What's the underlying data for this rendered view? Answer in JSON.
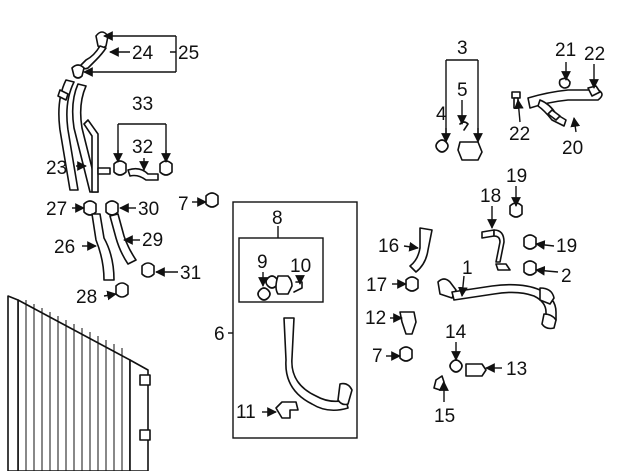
{
  "diagram": {
    "callouts": [
      {
        "id": "c1",
        "text": "1"
      },
      {
        "id": "c2",
        "text": "2"
      },
      {
        "id": "c3",
        "text": "3"
      },
      {
        "id": "c4",
        "text": "4"
      },
      {
        "id": "c5",
        "text": "5"
      },
      {
        "id": "c6",
        "text": "6"
      },
      {
        "id": "c7a",
        "text": "7"
      },
      {
        "id": "c7b",
        "text": "7"
      },
      {
        "id": "c8",
        "text": "8"
      },
      {
        "id": "c9",
        "text": "9"
      },
      {
        "id": "c10",
        "text": "10"
      },
      {
        "id": "c11",
        "text": "11"
      },
      {
        "id": "c12",
        "text": "12"
      },
      {
        "id": "c13",
        "text": "13"
      },
      {
        "id": "c14",
        "text": "14"
      },
      {
        "id": "c15",
        "text": "15"
      },
      {
        "id": "c16",
        "text": "16"
      },
      {
        "id": "c17",
        "text": "17"
      },
      {
        "id": "c18",
        "text": "18"
      },
      {
        "id": "c19a",
        "text": "19"
      },
      {
        "id": "c19b",
        "text": "19"
      },
      {
        "id": "c20",
        "text": "20"
      },
      {
        "id": "c21",
        "text": "21"
      },
      {
        "id": "c22a",
        "text": "22"
      },
      {
        "id": "c22b",
        "text": "22"
      },
      {
        "id": "c23",
        "text": "23"
      },
      {
        "id": "c24",
        "text": "24"
      },
      {
        "id": "c25",
        "text": "25"
      },
      {
        "id": "c26",
        "text": "26"
      },
      {
        "id": "c27",
        "text": "27"
      },
      {
        "id": "c28",
        "text": "28"
      },
      {
        "id": "c29",
        "text": "29"
      },
      {
        "id": "c30",
        "text": "30"
      },
      {
        "id": "c31",
        "text": "31"
      },
      {
        "id": "c32",
        "text": "32"
      },
      {
        "id": "c33",
        "text": "33"
      }
    ]
  }
}
